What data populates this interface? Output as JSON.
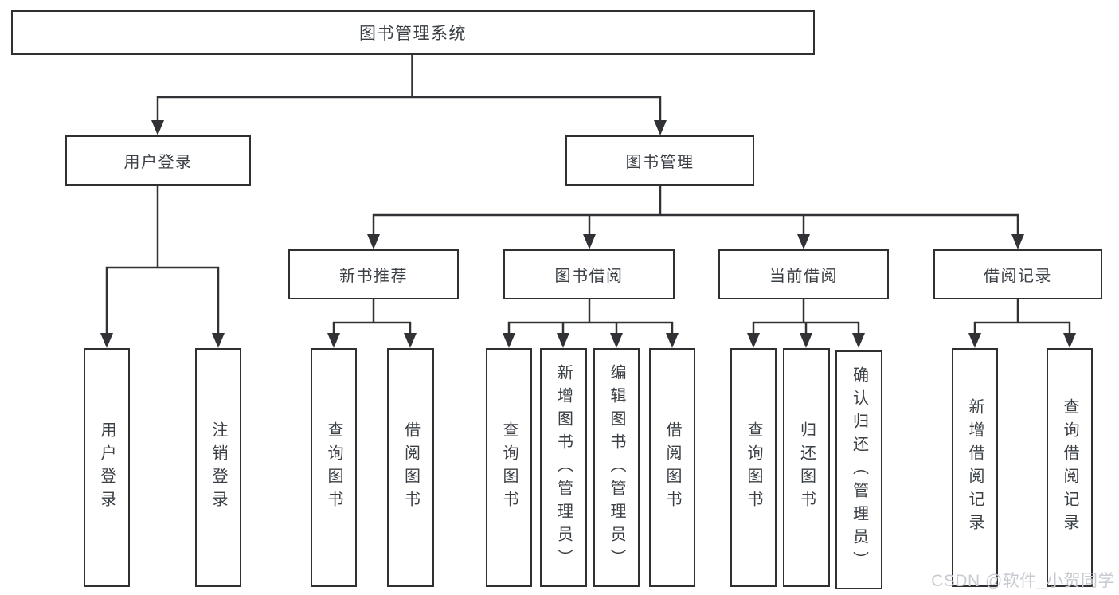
{
  "tree": {
    "label": "图书管理系统",
    "children": [
      {
        "label": "用户登录",
        "children": [
          {
            "label": "用户登录"
          },
          {
            "label": "注销登录"
          }
        ]
      },
      {
        "label": "图书管理",
        "children": [
          {
            "label": "新书推荐",
            "children": [
              {
                "label": "查询图书"
              },
              {
                "label": "借阅图书"
              }
            ]
          },
          {
            "label": "图书借阅",
            "children": [
              {
                "label": "查询图书"
              },
              {
                "label": "新增图书（管理员）"
              },
              {
                "label": "编辑图书（管理员）"
              },
              {
                "label": "借阅图书"
              }
            ]
          },
          {
            "label": "当前借阅",
            "children": [
              {
                "label": "查询图书"
              },
              {
                "label": "归还图书"
              },
              {
                "label": "确认归还（管理员）"
              }
            ]
          },
          {
            "label": "借阅记录",
            "children": [
              {
                "label": "新增借阅记录"
              },
              {
                "label": "查询借阅记录"
              }
            ]
          }
        ]
      }
    ]
  },
  "watermark": {
    "text": "CSDN @软件_小贺同学",
    "color": "#c8cbd2"
  },
  "colors": {
    "background": "#ffffff",
    "box_border": "#2e3032",
    "connector_line": "#303236",
    "node_text": "#3b4046"
  }
}
